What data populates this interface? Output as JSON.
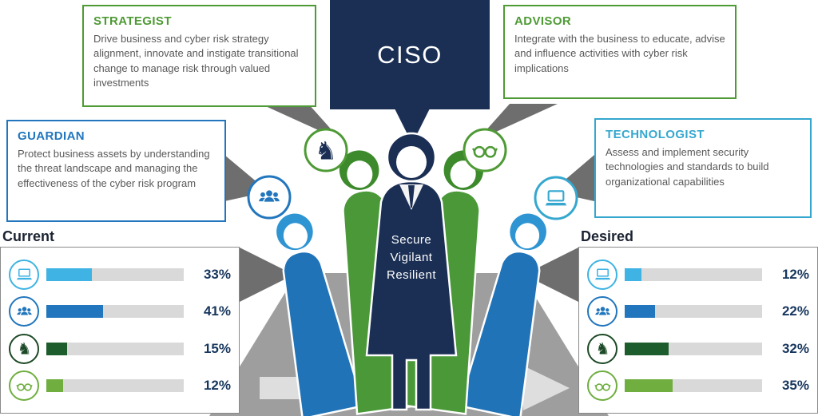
{
  "ciso": {
    "label": "CISO",
    "box_color": "#1b2f55"
  },
  "center_figure": {
    "lines": [
      "Secure",
      "Vigilant",
      "Resilient"
    ]
  },
  "roles": {
    "strategist": {
      "title": "STRATEGIST",
      "description": "Drive business and cyber risk strategy alignment, innovate and instigate transitional change to manage risk through valued investments",
      "accent": "#4e9a35"
    },
    "advisor": {
      "title": "ADVISOR",
      "description": "Integrate with the  business to educate, advise and influence activities with cyber risk implications",
      "accent": "#4e9a35"
    },
    "guardian": {
      "title": "GUARDIAN",
      "description": "Protect business assets by understanding the threat landscape and managing the effectiveness of the cyber risk program",
      "accent": "#2176bd"
    },
    "technologist": {
      "title": "TECHNOLOGIST",
      "description": "Assess and implement security technologies and standards to build organizational capabilities",
      "accent": "#35a7cf"
    }
  },
  "panels": {
    "current": {
      "title": "Current",
      "rows": [
        {
          "role": "technologist",
          "icon": "laptop-icon",
          "value": 33,
          "label": "33%",
          "color": "#3fb3e3",
          "icon_color": "#3fb3e3"
        },
        {
          "role": "guardian",
          "icon": "people-icon",
          "value": 41,
          "label": "41%",
          "color": "#2176bd",
          "icon_color": "#2176bd"
        },
        {
          "role": "strategist",
          "icon": "knight-icon",
          "value": 15,
          "label": "15%",
          "color": "#1d5c2c",
          "icon_color": "#1d4a26"
        },
        {
          "role": "advisor",
          "icon": "glasses-icon",
          "value": 12,
          "label": "12%",
          "color": "#6fae3f",
          "icon_color": "#6fae3f"
        }
      ]
    },
    "desired": {
      "title": "Desired",
      "rows": [
        {
          "role": "technologist",
          "icon": "laptop-icon",
          "value": 12,
          "label": "12%",
          "color": "#3fb3e3",
          "icon_color": "#3fb3e3"
        },
        {
          "role": "guardian",
          "icon": "people-icon",
          "value": 22,
          "label": "22%",
          "color": "#2176bd",
          "icon_color": "#2176bd"
        },
        {
          "role": "strategist",
          "icon": "knight-icon",
          "value": 32,
          "label": "32%",
          "color": "#1d5c2c",
          "icon_color": "#1d4a26"
        },
        {
          "role": "advisor",
          "icon": "glasses-icon",
          "value": 35,
          "label": "35%",
          "color": "#6fae3f",
          "icon_color": "#6fae3f"
        }
      ]
    }
  },
  "chart_data": [
    {
      "type": "bar",
      "title": "Current",
      "orientation": "horizontal",
      "categories": [
        "Technologist",
        "Guardian",
        "Strategist",
        "Advisor"
      ],
      "values": [
        33,
        41,
        15,
        12
      ],
      "unit": "%",
      "xlim": [
        0,
        100
      ],
      "grid": false,
      "legend": false
    },
    {
      "type": "bar",
      "title": "Desired",
      "orientation": "horizontal",
      "categories": [
        "Technologist",
        "Guardian",
        "Strategist",
        "Advisor"
      ],
      "values": [
        12,
        22,
        32,
        35
      ],
      "unit": "%",
      "xlim": [
        0,
        100
      ],
      "grid": false,
      "legend": false
    }
  ]
}
